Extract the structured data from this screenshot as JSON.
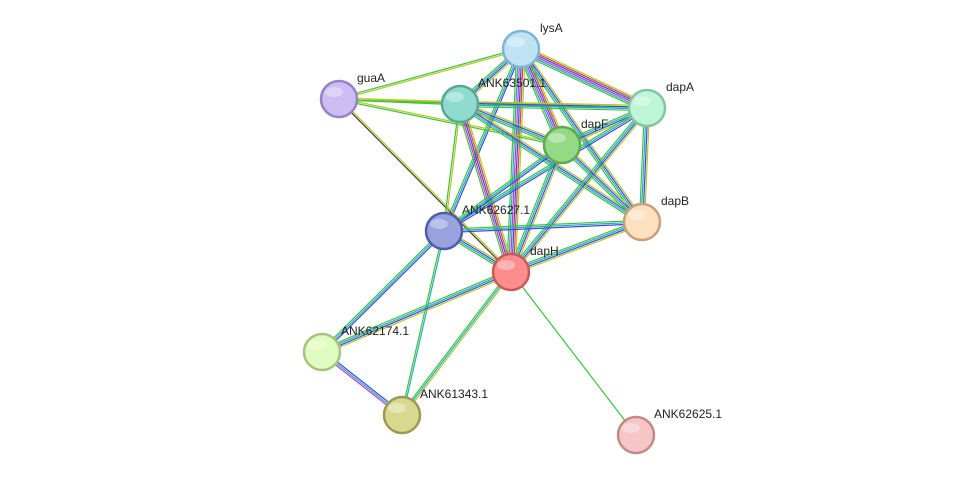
{
  "colors": {
    "neighborhood": "#b5c727",
    "fusion": "#d64545",
    "cooccurrence": "#3a49d6",
    "coexpression": "#3a3a3a",
    "experiments": "#c43ac4",
    "databases": "#27a9c7",
    "textmining": "#3ac43a"
  },
  "nodes": [
    {
      "id": "lysA",
      "label": "lysA",
      "fill": "#bfe3f5",
      "stroke": "#7fb4d2"
    },
    {
      "id": "guaA",
      "label": "guaA",
      "fill": "#cdbdf5",
      "stroke": "#9584c4"
    },
    {
      "id": "ANK63501.1",
      "label": "ANK63501.1",
      "fill": "#8fdccf",
      "stroke": "#58a89a"
    },
    {
      "id": "dapA",
      "label": "dapA",
      "fill": "#bff5d7",
      "stroke": "#84c4a2"
    },
    {
      "id": "dapF",
      "label": "dapF",
      "fill": "#94da84",
      "stroke": "#62a853"
    },
    {
      "id": "dapB",
      "label": "dapB",
      "fill": "#fde0c0",
      "stroke": "#c9a07a"
    },
    {
      "id": "ANK62627.1",
      "label": "ANK62627.1",
      "fill": "#98a3dd",
      "stroke": "#4f5ca8"
    },
    {
      "id": "dapH",
      "label": "dapH",
      "fill": "#fb8d8d",
      "stroke": "#c85a5a"
    },
    {
      "id": "ANK62174.1",
      "label": "ANK62174.1",
      "fill": "#e0fbbf",
      "stroke": "#a6c47e"
    },
    {
      "id": "ANK61343.1",
      "label": "ANK61343.1",
      "fill": "#d8d88f",
      "stroke": "#9a9a55"
    },
    {
      "id": "ANK62625.1",
      "label": "ANK62625.1",
      "fill": "#f6c6c6",
      "stroke": "#c28a8a"
    }
  ],
  "edges": [
    {
      "source": "lysA",
      "target": "guaA",
      "evidence": [
        "neighborhood",
        "textmining"
      ]
    },
    {
      "source": "lysA",
      "target": "ANK63501.1",
      "evidence": [
        "neighborhood",
        "cooccurrence",
        "databases",
        "textmining"
      ]
    },
    {
      "source": "lysA",
      "target": "dapA",
      "evidence": [
        "neighborhood",
        "fusion",
        "cooccurrence",
        "experiments",
        "databases",
        "textmining"
      ]
    },
    {
      "source": "lysA",
      "target": "dapF",
      "evidence": [
        "neighborhood",
        "fusion",
        "cooccurrence",
        "experiments",
        "databases",
        "textmining"
      ]
    },
    {
      "source": "lysA",
      "target": "dapB",
      "evidence": [
        "neighborhood",
        "cooccurrence",
        "databases",
        "textmining"
      ]
    },
    {
      "source": "lysA",
      "target": "ANK62627.1",
      "evidence": [
        "cooccurrence",
        "databases",
        "textmining"
      ]
    },
    {
      "source": "lysA",
      "target": "dapH",
      "evidence": [
        "neighborhood",
        "fusion",
        "cooccurrence",
        "experiments",
        "databases",
        "textmining"
      ]
    },
    {
      "source": "guaA",
      "target": "ANK63501.1",
      "evidence": [
        "neighborhood",
        "textmining"
      ]
    },
    {
      "source": "guaA",
      "target": "dapA",
      "evidence": [
        "neighborhood",
        "textmining"
      ]
    },
    {
      "source": "guaA",
      "target": "dapF",
      "evidence": [
        "neighborhood",
        "textmining"
      ]
    },
    {
      "source": "guaA",
      "target": "dapH",
      "evidence": [
        "neighborhood",
        "coexpression"
      ]
    },
    {
      "source": "ANK63501.1",
      "target": "dapA",
      "evidence": [
        "neighborhood",
        "cooccurrence",
        "databases",
        "textmining"
      ]
    },
    {
      "source": "ANK63501.1",
      "target": "dapF",
      "evidence": [
        "neighborhood",
        "cooccurrence",
        "databases",
        "textmining"
      ]
    },
    {
      "source": "ANK63501.1",
      "target": "dapB",
      "evidence": [
        "neighborhood",
        "cooccurrence",
        "databases",
        "textmining"
      ]
    },
    {
      "source": "ANK63501.1",
      "target": "ANK62627.1",
      "evidence": [
        "neighborhood",
        "textmining"
      ]
    },
    {
      "source": "ANK63501.1",
      "target": "dapH",
      "evidence": [
        "neighborhood",
        "fusion",
        "cooccurrence",
        "experiments",
        "textmining"
      ]
    },
    {
      "source": "dapA",
      "target": "dapF",
      "evidence": [
        "neighborhood",
        "cooccurrence",
        "databases",
        "textmining"
      ]
    },
    {
      "source": "dapA",
      "target": "dapB",
      "evidence": [
        "neighborhood",
        "cooccurrence",
        "databases",
        "textmining"
      ]
    },
    {
      "source": "dapA",
      "target": "ANK62627.1",
      "evidence": [
        "cooccurrence",
        "databases",
        "textmining"
      ]
    },
    {
      "source": "dapA",
      "target": "dapH",
      "evidence": [
        "neighborhood",
        "cooccurrence",
        "databases",
        "textmining"
      ]
    },
    {
      "source": "dapF",
      "target": "dapB",
      "evidence": [
        "neighborhood",
        "cooccurrence",
        "databases",
        "textmining"
      ]
    },
    {
      "source": "dapF",
      "target": "ANK62627.1",
      "evidence": [
        "cooccurrence",
        "databases",
        "textmining"
      ]
    },
    {
      "source": "dapF",
      "target": "dapH",
      "evidence": [
        "neighborhood",
        "cooccurrence",
        "databases",
        "textmining"
      ]
    },
    {
      "source": "dapB",
      "target": "ANK62627.1",
      "evidence": [
        "cooccurrence",
        "databases",
        "textmining"
      ]
    },
    {
      "source": "dapB",
      "target": "dapH",
      "evidence": [
        "neighborhood",
        "cooccurrence",
        "databases",
        "textmining"
      ]
    },
    {
      "source": "ANK62627.1",
      "target": "dapH",
      "evidence": [
        "neighborhood",
        "cooccurrence",
        "databases",
        "textmining"
      ]
    },
    {
      "source": "ANK62627.1",
      "target": "ANK62174.1",
      "evidence": [
        "cooccurrence",
        "databases",
        "textmining"
      ]
    },
    {
      "source": "ANK62627.1",
      "target": "ANK61343.1",
      "evidence": [
        "databases",
        "textmining"
      ]
    },
    {
      "source": "dapH",
      "target": "ANK62174.1",
      "evidence": [
        "neighborhood",
        "cooccurrence",
        "databases",
        "textmining"
      ]
    },
    {
      "source": "dapH",
      "target": "ANK61343.1",
      "evidence": [
        "neighborhood",
        "databases",
        "textmining"
      ]
    },
    {
      "source": "dapH",
      "target": "ANK62625.1",
      "evidence": [
        "textmining"
      ]
    },
    {
      "source": "ANK62174.1",
      "target": "ANK61343.1",
      "evidence": [
        "cooccurrence",
        "databases",
        "experiments"
      ]
    }
  ]
}
